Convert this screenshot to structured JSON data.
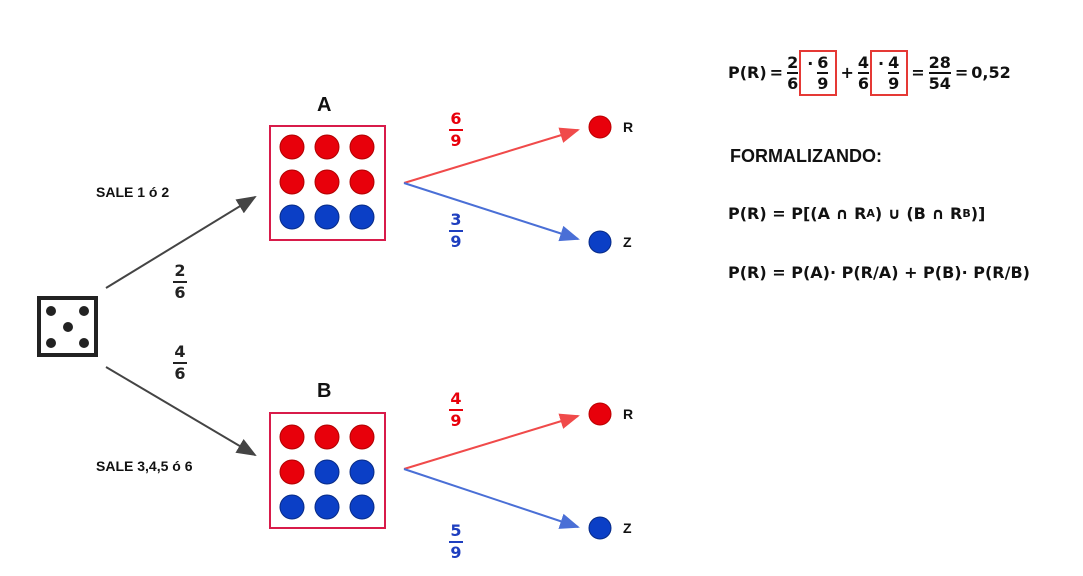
{
  "die": {
    "icon": "die-five-icon"
  },
  "branches": {
    "to_a_condition": "SALE 1 ó 2",
    "to_b_condition": "SALE 3,4,5 ó 6",
    "to_a_prob": {
      "num": "2",
      "den": "6"
    },
    "to_b_prob": {
      "num": "4",
      "den": "6"
    }
  },
  "urns": {
    "a": {
      "label": "A",
      "red": 6,
      "blue": 3
    },
    "b": {
      "label": "B",
      "red": 4,
      "blue": 5
    }
  },
  "outcomes": {
    "a_red": {
      "num": "6",
      "den": "9",
      "label": "R"
    },
    "a_blue": {
      "num": "3",
      "den": "9",
      "label": "Z"
    },
    "b_red": {
      "num": "4",
      "den": "9",
      "label": "R"
    },
    "b_blue": {
      "num": "5",
      "den": "9",
      "label": "Z"
    }
  },
  "formulas": {
    "main_lhs": "P(R)",
    "f1": {
      "num": "2",
      "den": "6"
    },
    "f2": {
      "num": "6",
      "den": "9"
    },
    "f3": {
      "num": "4",
      "den": "6"
    },
    "f4": {
      "num": "4",
      "den": "9"
    },
    "f5": {
      "num": "28",
      "den": "54"
    },
    "result": "0,52",
    "heading": "FORMALIZANDO:",
    "line1": "P(R) = P[(A ∩ R",
    "line1_sub_a": "A",
    "line1_mid": ") ∪ (B ∩ R",
    "line1_sub_b": "B",
    "line1_end": ")]",
    "line2": "P(R) = P(A)· P(R/A) + P(B)· P(R/B)"
  },
  "colors": {
    "red": "#e8000b",
    "blue": "#0b3fc6",
    "frame": "#d81b4a",
    "branch_red": "#f04a4a",
    "branch_blue": "#4a6fd6"
  }
}
